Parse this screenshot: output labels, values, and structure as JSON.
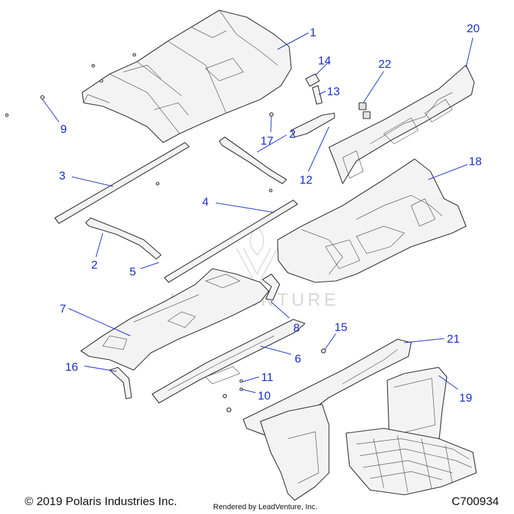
{
  "callouts": [
    {
      "id": "c1",
      "label": "1"
    },
    {
      "id": "c2a",
      "label": "2"
    },
    {
      "id": "c2b",
      "label": "2"
    },
    {
      "id": "c3",
      "label": "3"
    },
    {
      "id": "c4",
      "label": "4"
    },
    {
      "id": "c5",
      "label": "5"
    },
    {
      "id": "c6",
      "label": "6"
    },
    {
      "id": "c7",
      "label": "7"
    },
    {
      "id": "c8",
      "label": "8"
    },
    {
      "id": "c9",
      "label": "9"
    },
    {
      "id": "c10",
      "label": "10"
    },
    {
      "id": "c11",
      "label": "11"
    },
    {
      "id": "c12",
      "label": "12"
    },
    {
      "id": "c13",
      "label": "13"
    },
    {
      "id": "c14",
      "label": "14"
    },
    {
      "id": "c15",
      "label": "15"
    },
    {
      "id": "c16",
      "label": "16"
    },
    {
      "id": "c17",
      "label": "17"
    },
    {
      "id": "c18",
      "label": "18"
    },
    {
      "id": "c19",
      "label": "19"
    },
    {
      "id": "c20",
      "label": "20"
    },
    {
      "id": "c21",
      "label": "21"
    },
    {
      "id": "c22",
      "label": "22"
    }
  ],
  "footer": {
    "copyright": "© 2019 Polaris Industries Inc.",
    "rendered_by": "Rendered by LeadVenture, Inc.",
    "doc_id": "C700934"
  },
  "watermark": {
    "text": "LEADVENTURE"
  },
  "colors": {
    "callout": "#1a2fc8",
    "line": "#2a2a2a",
    "part_fill": "#f3f3f3"
  }
}
